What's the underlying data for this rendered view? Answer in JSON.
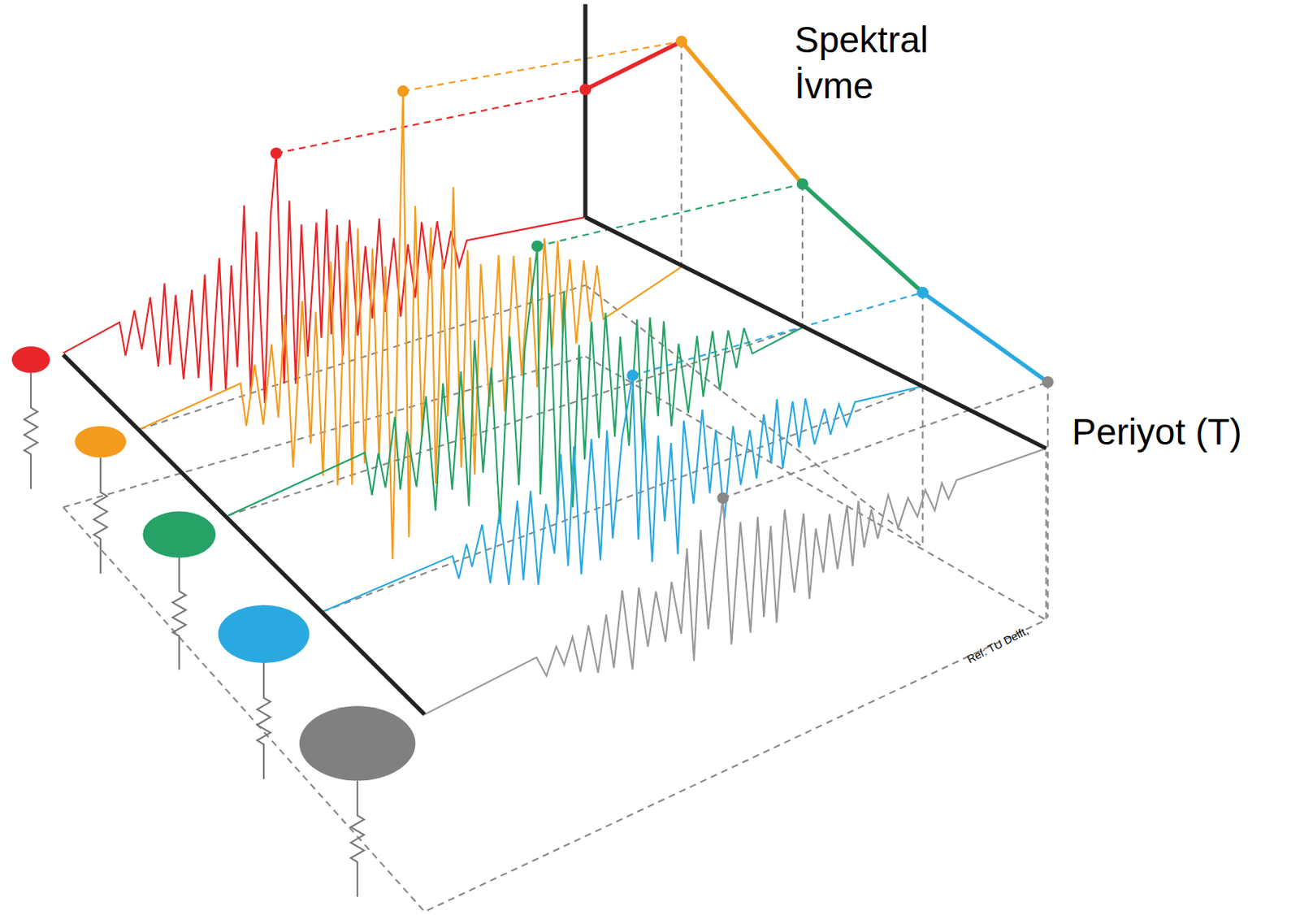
{
  "diagram": {
    "labels": [
      "Spektral İvme",
      "Periyot (T)",
      "Ref: TU Delft,"
    ]
  }
}
